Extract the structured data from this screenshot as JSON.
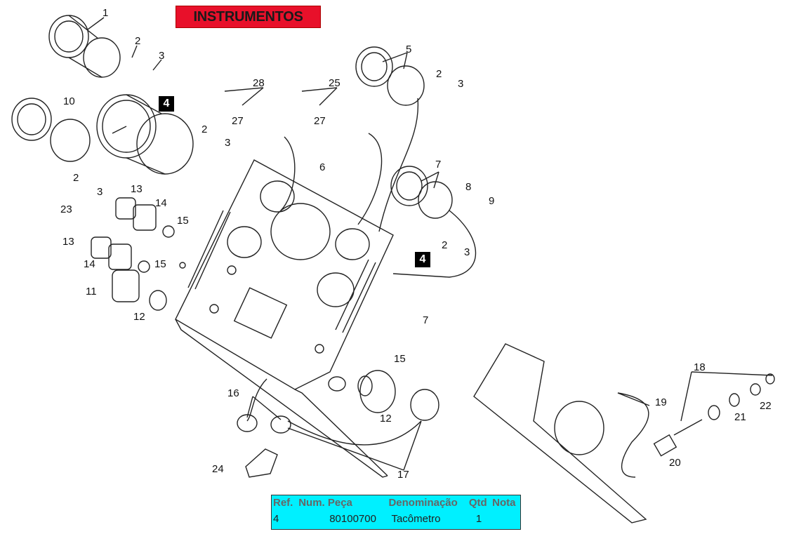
{
  "title": "INSTRUMENTOS",
  "callouts": [
    "4",
    "4"
  ],
  "labels": {
    "l1": "1",
    "l2a": "2",
    "l3a": "3",
    "l4": "4",
    "l5": "5",
    "l2b": "2",
    "l3b": "3",
    "l28": "28",
    "l27a": "27",
    "l25": "25",
    "l27b": "27",
    "l10": "10",
    "l2c": "2",
    "l3c": "3",
    "l6": "6",
    "l2d": "2",
    "l3d": "3",
    "l7a": "7",
    "l8": "8",
    "l9": "9",
    "l2e": "2",
    "l3e": "3",
    "l13a": "13",
    "l14a": "14",
    "l15a": "15",
    "l23": "23",
    "l13b": "13",
    "l14b": "14",
    "l15b": "15",
    "l11": "11",
    "l12a": "12",
    "l7b": "7",
    "l15c": "15",
    "l16": "16",
    "l12b": "12",
    "l24": "24",
    "l17": "17",
    "l18": "18",
    "l19": "19",
    "l20": "20",
    "l21": "21",
    "l22": "22"
  },
  "parts_table": {
    "headers": [
      "Ref.",
      "Num. Peça",
      "Denominação",
      "Qtd",
      "Nota"
    ],
    "rows": [
      [
        "4",
        "80100700",
        "Tacômetro",
        "1",
        ""
      ]
    ]
  }
}
